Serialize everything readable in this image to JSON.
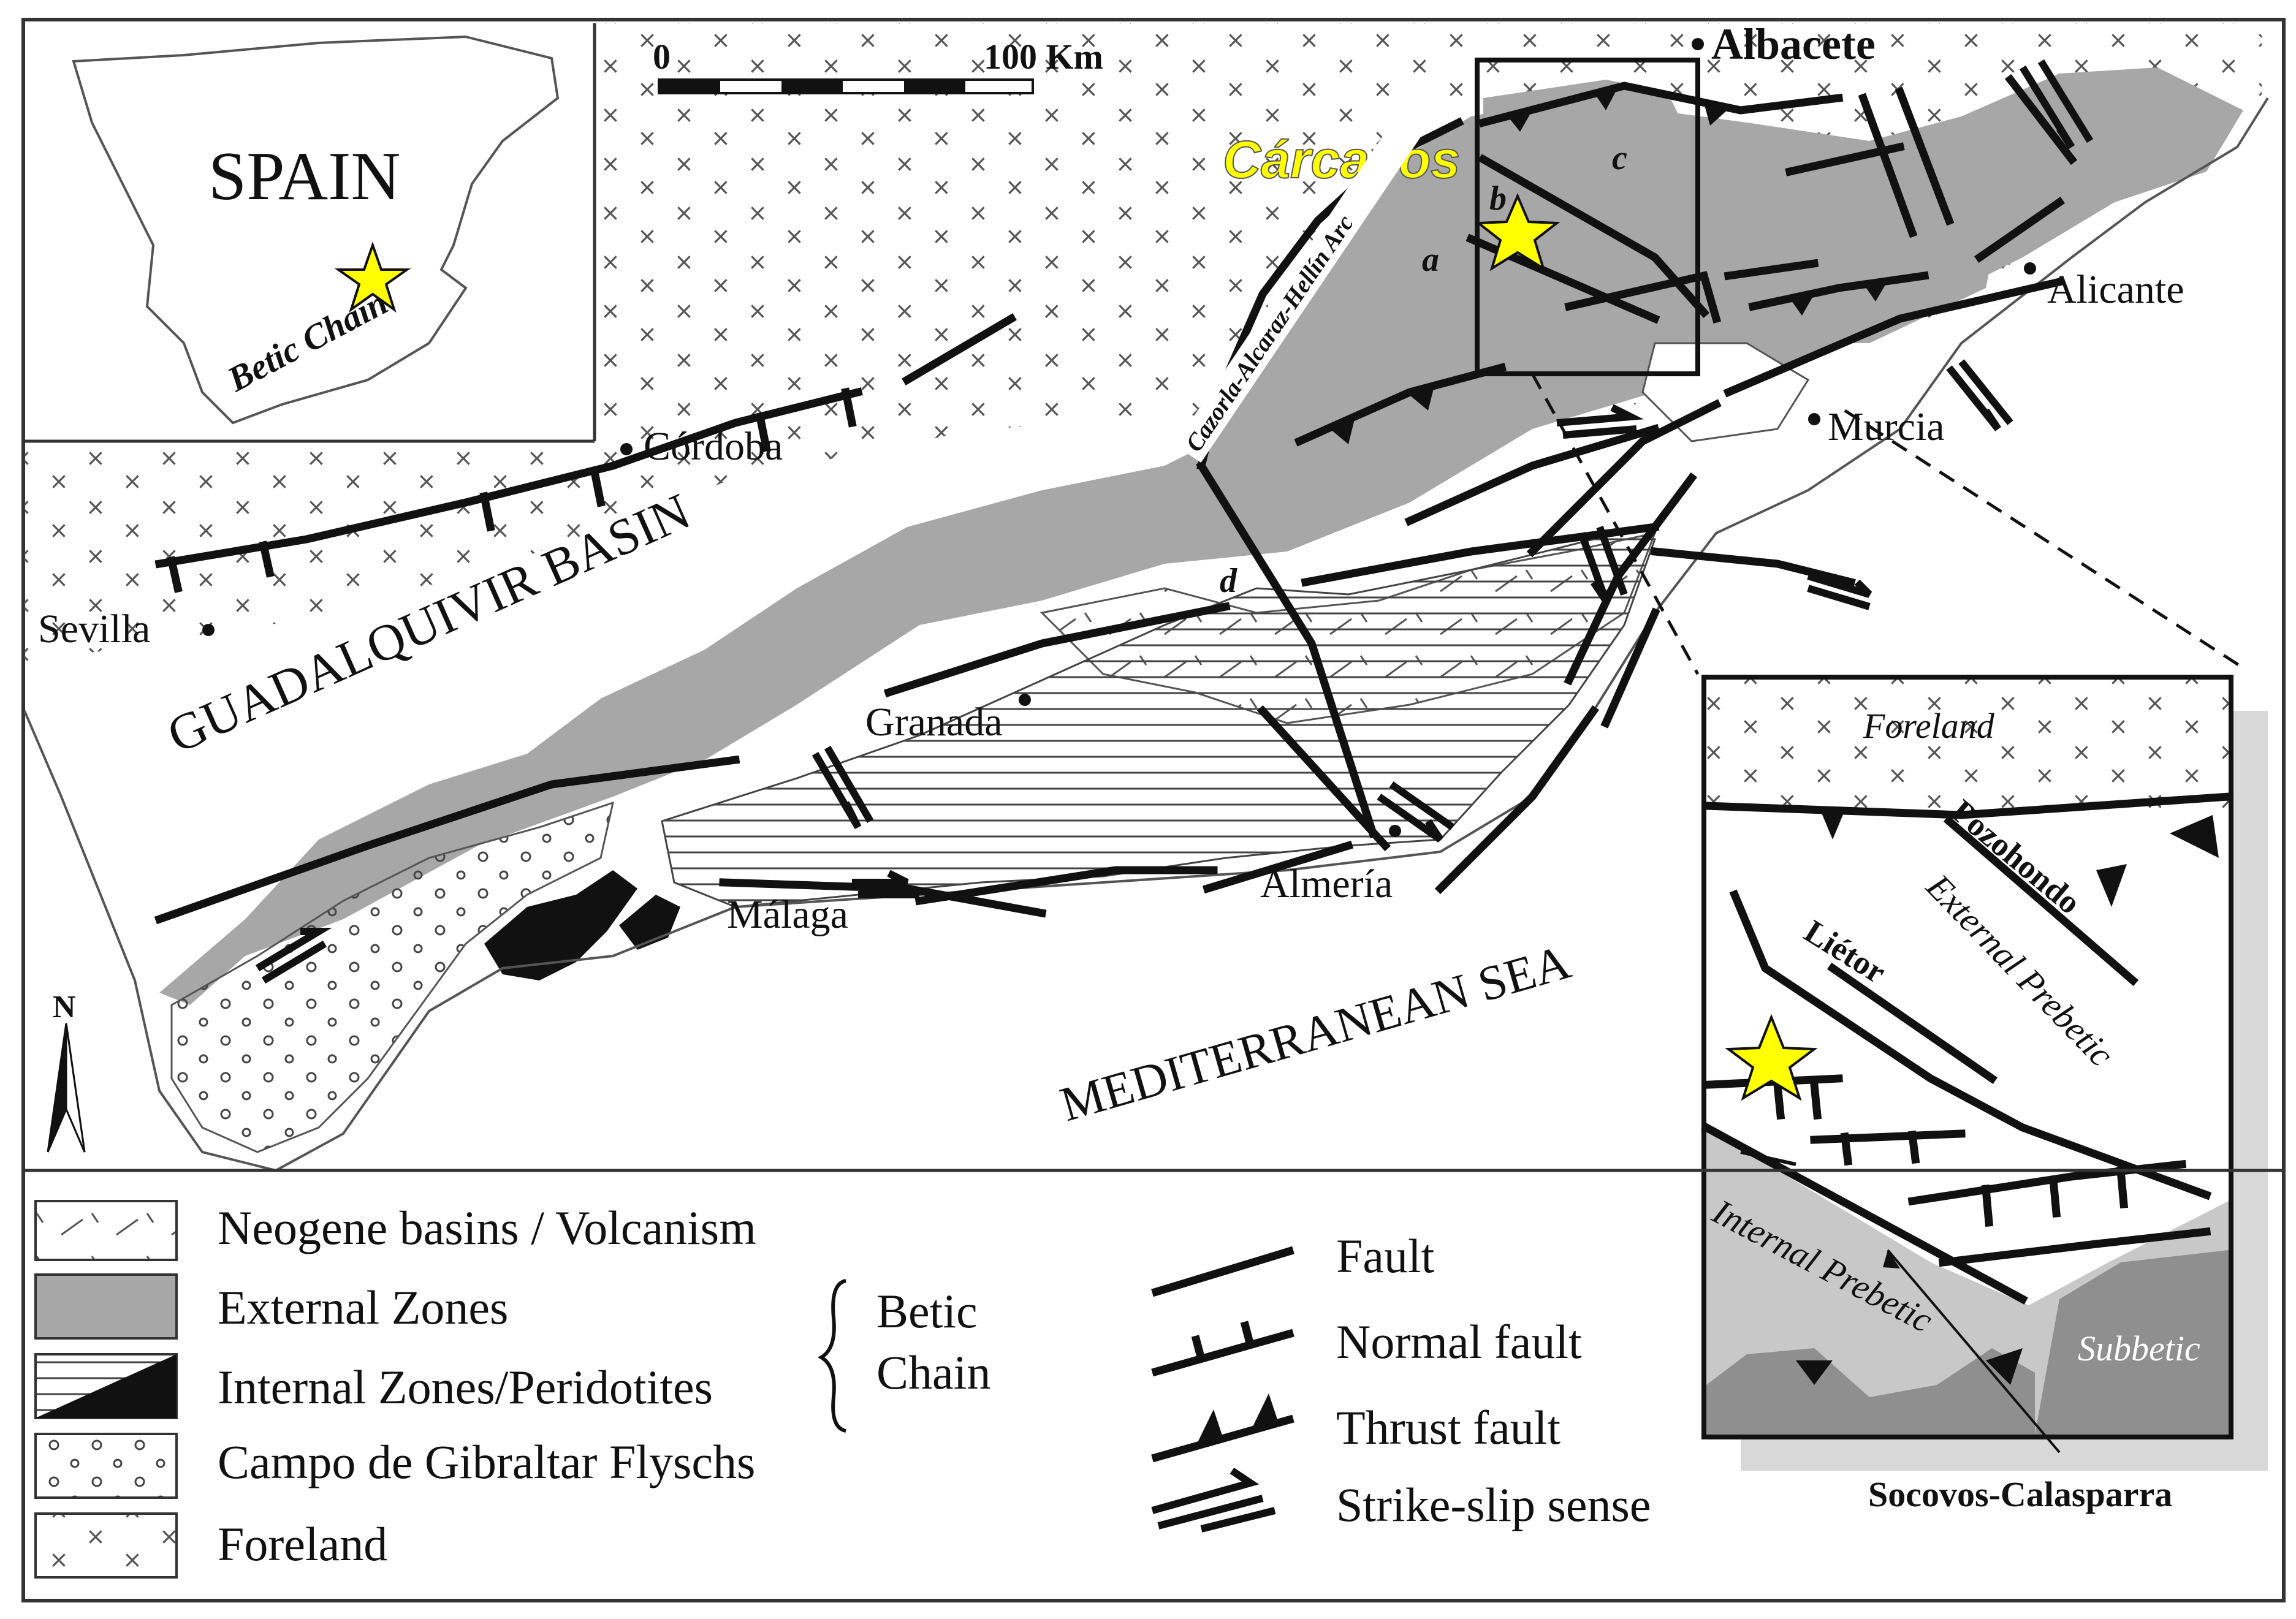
{
  "map": {
    "inset": {
      "country": "SPAIN",
      "region": "Betic Chain"
    },
    "scale_bar": {
      "start": "0",
      "end": "100 Km"
    },
    "cities": [
      "Albacete",
      "Alicante",
      "Murcia",
      "Córdoba",
      "Sevilla",
      "Granada",
      "Almería",
      "Málaga"
    ],
    "site": "Cárcavos",
    "arc": "Cazorla-Alcaraz-Hellín Arc",
    "fault_letters": [
      "a",
      "b",
      "c",
      "d"
    ],
    "basins": {
      "guadalquivir": "GUADALQUIVIR BASIN",
      "sea": "MEDITERRANEAN SEA"
    },
    "north": "N",
    "detail": {
      "foreland": "Foreland",
      "pozohondo": "Pozohondo",
      "external": "External Prebetic",
      "lietor": "Liétor",
      "internal": "Internal Prebetic",
      "subbetic": "Subbetic",
      "socovos": "Socovos-Calasparra"
    },
    "legend": {
      "neogene": "Neogene basins / Volcanism",
      "external": "External Zones",
      "internal": "Internal Zones/Peridotites",
      "campo": "Campo de Gibraltar Flyschs",
      "foreland": "Foreland",
      "betic1": "Betic",
      "betic2": "Chain",
      "fault": "Fault",
      "normal": "Normal fault",
      "thrust": "Thrust fault",
      "strike": "Strike-slip sense"
    },
    "colors": {
      "external_zones": "#a7a7a7",
      "subbetic": "#8f8f8f",
      "internal_prebetic": "#c8c8c8",
      "site_star": "#ffff00",
      "site_label": "#ffff00"
    }
  }
}
